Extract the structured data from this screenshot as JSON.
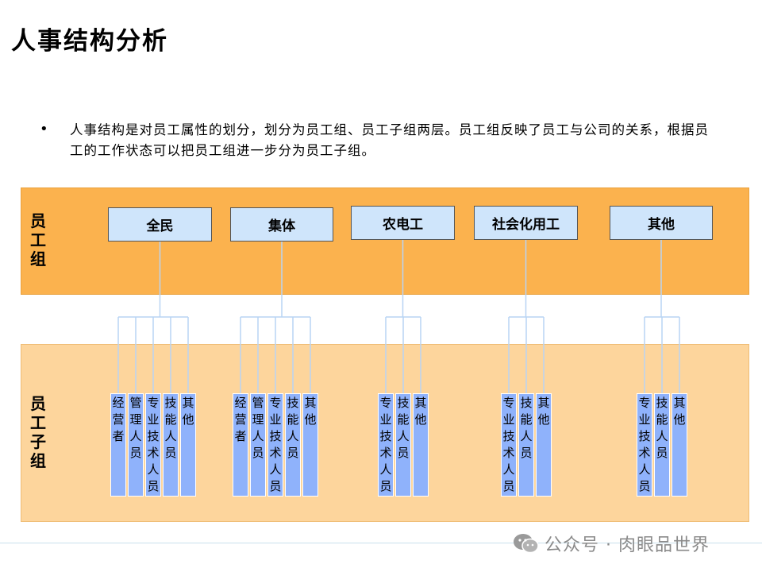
{
  "title": "人事结构分析",
  "bullet": "人事结构是对员工属性的划分，划分为员工组、员工子组两层。员工组反映了员工与公司的关系，根据员工的工作状态可以把员工组进一步分为员工子组。",
  "band_labels": {
    "group": "员工组",
    "subgroup": "员工子组"
  },
  "groups": [
    {
      "label": "全民",
      "subgroups": [
        "经营者",
        "管理人员",
        "专业技术人员",
        "技能人员",
        "其他"
      ]
    },
    {
      "label": "集体",
      "subgroups": [
        "经营者",
        "管理人员",
        "专业技术人员",
        "技能人员",
        "其他"
      ]
    },
    {
      "label": "农电工",
      "subgroups": [
        "专业技术人员",
        "技能人员",
        "其他"
      ]
    },
    {
      "label": "社会化用工",
      "subgroups": [
        "专业技术人员",
        "技能人员",
        "其他"
      ]
    },
    {
      "label": "其他",
      "subgroups": [
        "专业技术人员",
        "技能人员",
        "其他"
      ]
    }
  ],
  "watermark": "公众号 · 肉眼品世界",
  "colors": {
    "group_band": "#fbb24e",
    "subgroup_band": "#fdd59c",
    "group_box": "#cfe5fb",
    "subgroup_box": "#8fb2fb",
    "connector": "#b8d4f4"
  }
}
